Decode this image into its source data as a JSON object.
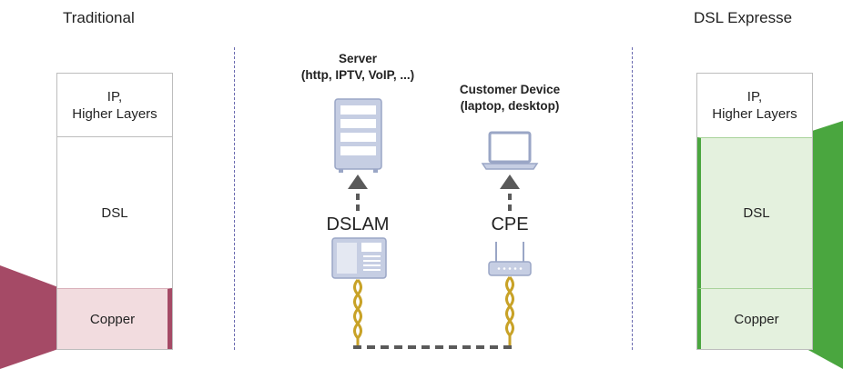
{
  "left": {
    "title": "Traditional",
    "layers": [
      "IP,\nHigher Layers",
      "DSL",
      "Copper"
    ]
  },
  "right": {
    "title": "DSL Expresse",
    "layers": [
      "IP,\nHigher Layers",
      "DSL",
      "Copper"
    ]
  },
  "center": {
    "server_label": "Server\n(http, IPTV, VoIP, ...)",
    "customer_label": "Customer Device\n(laptop, desktop)",
    "dslam_label": "DSLAM",
    "cpe_label": "CPE"
  },
  "colors": {
    "copper_fill": "#f2dcdf",
    "copper_accent": "#a54a66",
    "green_fill": "#e4f1de",
    "green_accent": "#4aa63f",
    "divider": "#6b6bb0",
    "cable": "#c8a227",
    "device_fill": "#c6cee3",
    "device_stroke": "#9aa6c6",
    "arrow": "#5a5a5a"
  },
  "icons": [
    "server-icon",
    "laptop-icon",
    "dslam-icon",
    "router-icon"
  ]
}
